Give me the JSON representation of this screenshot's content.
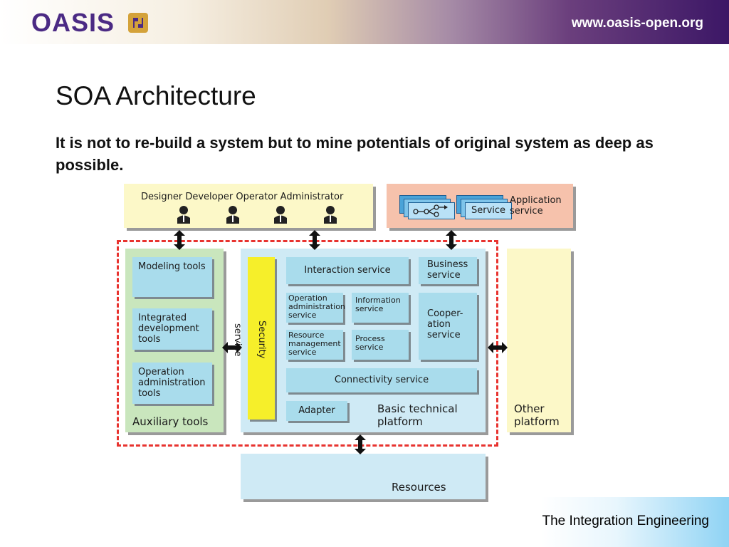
{
  "header": {
    "logo": "OASIS",
    "url": "www.oasis-open.org"
  },
  "slide": {
    "title": "SOA Architecture",
    "subtitle": "It is not to re-build a system but to mine potentials of original system as deep as possible.",
    "footer": "The Integration Engineering"
  },
  "diagram": {
    "roles": "Designer Developer Operator Administrator",
    "application_service": "Application service",
    "service_label": "Service",
    "auxiliary": {
      "modeling": "Modeling tools",
      "ide": "Integrated development tools",
      "operation_admin": "Operation administration tools",
      "label": "Auxiliary tools"
    },
    "security": "Security service",
    "interaction": "Interaction service",
    "business": "Business service",
    "operation_admin_service": "Operation administration service",
    "information": "Information service",
    "cooperation": "Cooper- ation service",
    "resource_mgmt": "Resource management service",
    "process": "Process service",
    "connectivity": "Connectivity service",
    "adapter": "Adapter",
    "basic_platform": "Basic technical platform",
    "other_platform": "Other platform",
    "resources": "Resources"
  },
  "colors": {
    "brand_purple": "#4b2a84",
    "logo_gold": "#d4a23a",
    "dashed_red": "#e8332f",
    "service_blue": "#a9dcec",
    "aux_green": "#c9e6bd",
    "security_yellow": "#f6ef2a",
    "pale_yellow": "#fcf8c8",
    "salmon": "#f6c2ac"
  }
}
